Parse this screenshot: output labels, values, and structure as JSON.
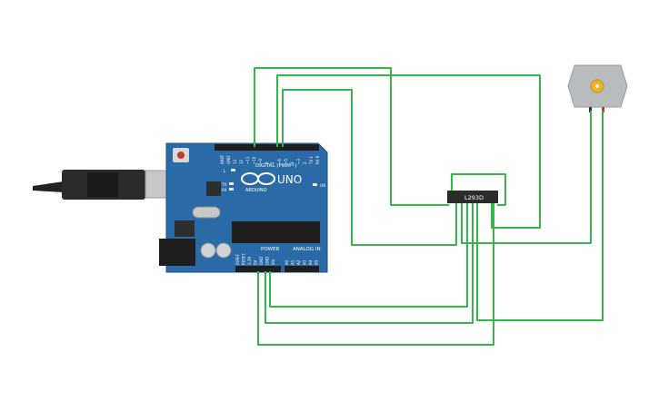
{
  "board": {
    "name": "UNO",
    "brand": "ARDUINO",
    "digital_label": "DIGITAL (PWM~)",
    "power_label": "POWER",
    "analog_label": "ANALOG IN",
    "digital_pins": [
      "AREF",
      "GND",
      "13",
      "12",
      "~11",
      "~10",
      "~9",
      "8",
      "7",
      "~6",
      "~5",
      "4",
      "~3",
      "2",
      "TX 1",
      "RX 0"
    ],
    "power_pins": [
      "IOREF",
      "RESET",
      "3.3V",
      "5V",
      "GND",
      "GND",
      "Vin"
    ],
    "analog_pins": [
      "A0",
      "A1",
      "A2",
      "A3",
      "A4",
      "A5"
    ],
    "led_labels": [
      "L",
      "TX",
      "RX",
      "ON"
    ],
    "colors": {
      "board": "#2a6aa6",
      "header": "#1f1f1f",
      "wire": "#34b64a"
    }
  },
  "chip": {
    "label": "L293D"
  },
  "motor": {
    "icon": "dc-motor-icon"
  },
  "cable": {
    "icon": "usb-cable-icon"
  }
}
